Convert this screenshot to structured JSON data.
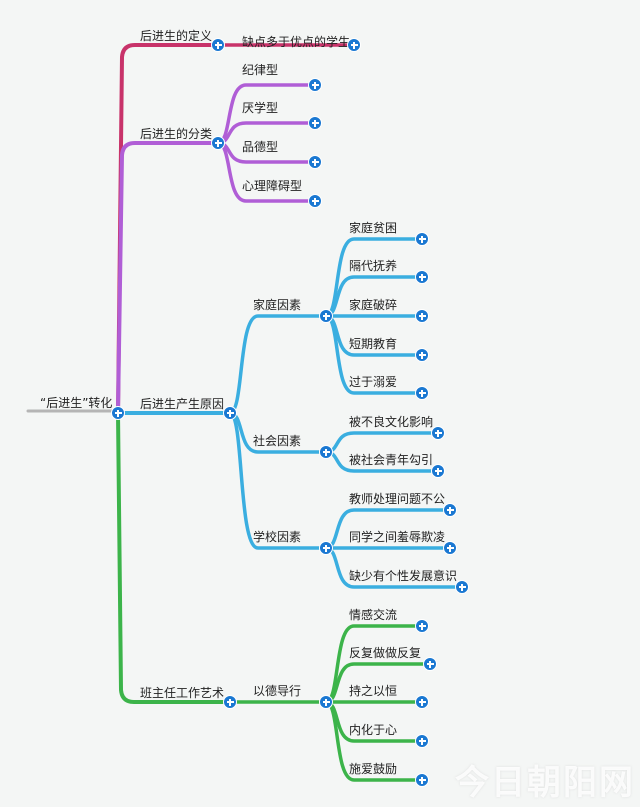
{
  "root": {
    "label": "“后进生”转化"
  },
  "colors": {
    "root": "#b5b5b5",
    "b1": "#c8336a",
    "b2": "#b05ed6",
    "b3": "#3aaee0",
    "b4": "#3cb44a",
    "plus": "#1a78d2"
  },
  "branches": [
    {
      "label": "后进生的定义",
      "children": [
        {
          "label": "缺点多于优点的学生"
        }
      ]
    },
    {
      "label": "后进生的分类",
      "children": [
        {
          "label": "纪律型"
        },
        {
          "label": "厌学型"
        },
        {
          "label": "品德型"
        },
        {
          "label": "心理障碍型"
        }
      ]
    },
    {
      "label": "后进生产生原因",
      "children": [
        {
          "label": "家庭因素",
          "children": [
            {
              "label": "家庭贫困"
            },
            {
              "label": "隔代抚养"
            },
            {
              "label": "家庭破碎"
            },
            {
              "label": "短期教育"
            },
            {
              "label": "过于溺爱"
            }
          ]
        },
        {
          "label": "社会因素",
          "children": [
            {
              "label": "被不良文化影响"
            },
            {
              "label": "被社会青年勾引"
            }
          ]
        },
        {
          "label": "学校因素",
          "children": [
            {
              "label": "教师处理问题不公"
            },
            {
              "label": "同学之间羞辱欺凌"
            },
            {
              "label": "缺少有个性发展意识"
            }
          ]
        }
      ]
    },
    {
      "label": "班主任工作艺术",
      "children": [
        {
          "label": "以德导行",
          "children": [
            {
              "label": "情感交流"
            },
            {
              "label": "反复做做反复"
            },
            {
              "label": "持之以恒"
            },
            {
              "label": "内化于心"
            },
            {
              "label": "施爱鼓励"
            }
          ]
        }
      ]
    }
  ],
  "watermark": "今日朝阳网"
}
